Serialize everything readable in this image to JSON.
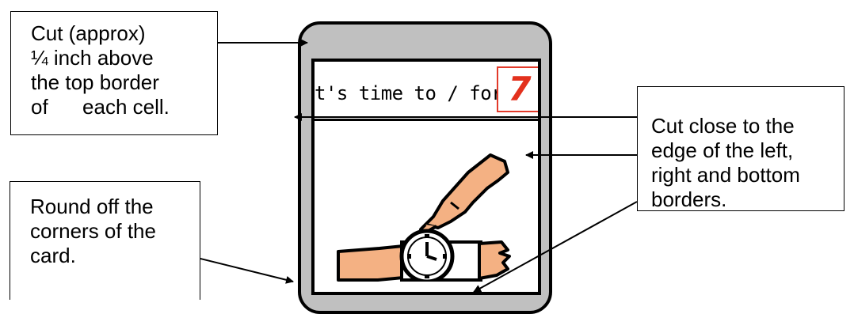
{
  "callouts": {
    "top": [
      "Cut (approx)",
      "¼ inch above",
      "the top border",
      "of      each cell."
    ],
    "right": [
      "Cut close to the",
      "edge of the left,",
      "right and bottom",
      "borders."
    ],
    "bottom": [
      "Round off the",
      "corners of the",
      "card."
    ]
  },
  "card": {
    "title": "t's time to / for",
    "number": "7",
    "number_color": "#e3311d",
    "frame_color": "#c0c0c0",
    "illustration": "hand-pointing-at-wristwatch-icon"
  }
}
